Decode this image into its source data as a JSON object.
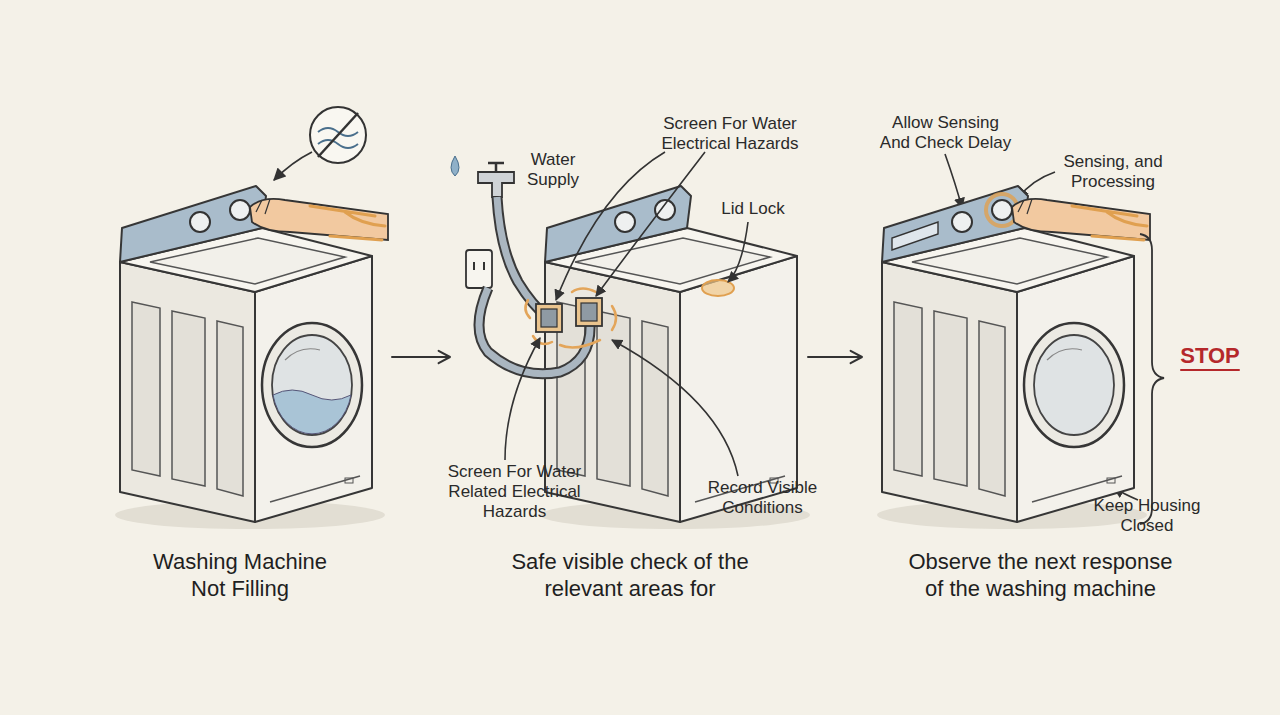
{
  "diagram": {
    "nodes": [
      {
        "text": [
          "Washing Machine Not Filling"
        ]
      },
      {
        "text": [
          "Safe visible check of the relevant areas for"
        ]
      },
      {
        "text": [
          "Observe the next response of the washing machine"
        ]
      }
    ],
    "edges": [
      {
        "from": 0,
        "to": 1,
        "arrow": "to"
      },
      {
        "from": 1,
        "to": 2,
        "arrow": "to"
      }
    ],
    "labels": [
      "Water Supply",
      "Screen For Water Electrical Hazards",
      "Lid Lock",
      "Screen For Water Related Electrical Hazards",
      "Record Visible Conditions",
      "Allow Sensing And Check Delay",
      "Sensing, and Processing",
      "STOP",
      "Keep Housing Closed"
    ]
  }
}
